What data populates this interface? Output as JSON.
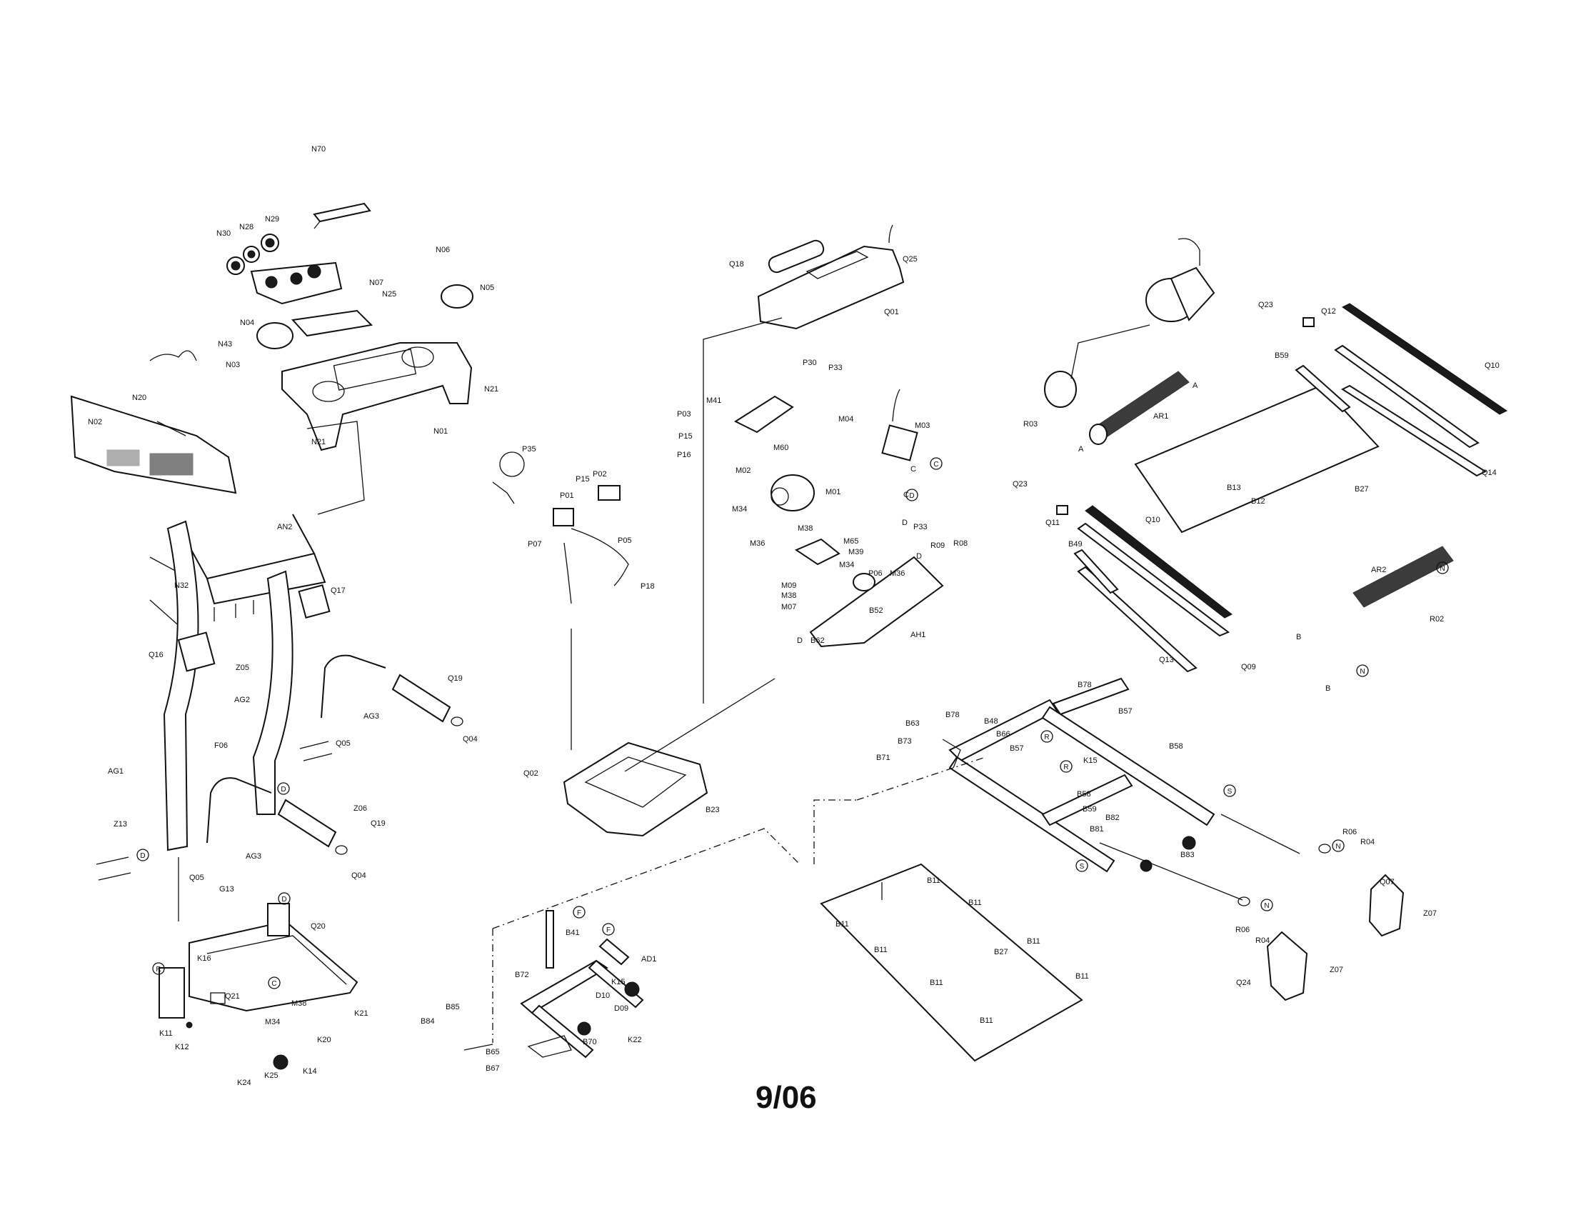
{
  "diagram": {
    "date_code": "9/06",
    "labels": [
      {
        "id": "N70",
        "text": "N70"
      },
      {
        "id": "N29",
        "text": "N29"
      },
      {
        "id": "N28",
        "text": "N28"
      },
      {
        "id": "N30",
        "text": "N30"
      },
      {
        "id": "N07",
        "text": "N07"
      },
      {
        "id": "N25",
        "text": "N25"
      },
      {
        "id": "N06",
        "text": "N06"
      },
      {
        "id": "N05",
        "text": "N05"
      },
      {
        "id": "N04",
        "text": "N04"
      },
      {
        "id": "N43",
        "text": "N43"
      },
      {
        "id": "N03",
        "text": "N03"
      },
      {
        "id": "N21a",
        "text": "N21"
      },
      {
        "id": "N21b",
        "text": "N21"
      },
      {
        "id": "N01",
        "text": "N01"
      },
      {
        "id": "N20",
        "text": "N20"
      },
      {
        "id": "N02",
        "text": "N02"
      },
      {
        "id": "AN2",
        "text": "AN2"
      },
      {
        "id": "N32",
        "text": "N32"
      },
      {
        "id": "Q17",
        "text": "Q17"
      },
      {
        "id": "Q16",
        "text": "Q16"
      },
      {
        "id": "Z05",
        "text": "Z05"
      },
      {
        "id": "AG2",
        "text": "AG2"
      },
      {
        "id": "AG3a",
        "text": "AG3"
      },
      {
        "id": "Q19a",
        "text": "Q19"
      },
      {
        "id": "Q04a",
        "text": "Q04"
      },
      {
        "id": "Q05a",
        "text": "Q05"
      },
      {
        "id": "F06",
        "text": "F06"
      },
      {
        "id": "Z06",
        "text": "Z06"
      },
      {
        "id": "AG1",
        "text": "AG1"
      },
      {
        "id": "Z13",
        "text": "Z13"
      },
      {
        "id": "Q19b",
        "text": "Q19"
      },
      {
        "id": "Q04b",
        "text": "Q04"
      },
      {
        "id": "AG3b",
        "text": "AG3"
      },
      {
        "id": "Q05b",
        "text": "Q05"
      },
      {
        "id": "G13",
        "text": "G13"
      },
      {
        "id": "K16",
        "text": "K16"
      },
      {
        "id": "Q20",
        "text": "Q20"
      },
      {
        "id": "Q21",
        "text": "Q21"
      },
      {
        "id": "M38a",
        "text": "M38"
      },
      {
        "id": "M34a",
        "text": "M34"
      },
      {
        "id": "K21",
        "text": "K21"
      },
      {
        "id": "K20",
        "text": "K20"
      },
      {
        "id": "K11",
        "text": "K11"
      },
      {
        "id": "K12",
        "text": "K12"
      },
      {
        "id": "K24",
        "text": "K24"
      },
      {
        "id": "K25",
        "text": "K25"
      },
      {
        "id": "K14",
        "text": "K14"
      },
      {
        "id": "Q18",
        "text": "Q18"
      },
      {
        "id": "Q25",
        "text": "Q25"
      },
      {
        "id": "Q01",
        "text": "Q01"
      },
      {
        "id": "P30",
        "text": "P30"
      },
      {
        "id": "P33a",
        "text": "P33"
      },
      {
        "id": "M41",
        "text": "M41"
      },
      {
        "id": "M04",
        "text": "M04"
      },
      {
        "id": "P03",
        "text": "P03"
      },
      {
        "id": "P15a",
        "text": "P15"
      },
      {
        "id": "P16",
        "text": "P16"
      },
      {
        "id": "M60",
        "text": "M60"
      },
      {
        "id": "M02",
        "text": "M02"
      },
      {
        "id": "M01",
        "text": "M01"
      },
      {
        "id": "M03",
        "text": "M03"
      },
      {
        "id": "P35",
        "text": "P35"
      },
      {
        "id": "P15b",
        "text": "P15"
      },
      {
        "id": "P02",
        "text": "P02"
      },
      {
        "id": "P01",
        "text": "P01"
      },
      {
        "id": "P07",
        "text": "P07"
      },
      {
        "id": "P05",
        "text": "P05"
      },
      {
        "id": "P18",
        "text": "P18"
      },
      {
        "id": "M34b",
        "text": "M34"
      },
      {
        "id": "M36a",
        "text": "M36"
      },
      {
        "id": "M38b",
        "text": "M38"
      },
      {
        "id": "M65",
        "text": "M65"
      },
      {
        "id": "M39",
        "text": "M39"
      },
      {
        "id": "M34c",
        "text": "M34"
      },
      {
        "id": "P33b",
        "text": "P33"
      },
      {
        "id": "R09",
        "text": "R09"
      },
      {
        "id": "R08",
        "text": "R08"
      },
      {
        "id": "M09",
        "text": "M09"
      },
      {
        "id": "M38c",
        "text": "M38"
      },
      {
        "id": "M07",
        "text": "M07"
      },
      {
        "id": "P06",
        "text": "P06"
      },
      {
        "id": "M36b",
        "text": "M36"
      },
      {
        "id": "B52",
        "text": "B52"
      },
      {
        "id": "B62",
        "text": "B62"
      },
      {
        "id": "AH1",
        "text": "AH1"
      },
      {
        "id": "Q02",
        "text": "Q02"
      },
      {
        "id": "B23",
        "text": "B23"
      },
      {
        "id": "Q23a",
        "text": "Q23"
      },
      {
        "id": "Q12",
        "text": "Q12"
      },
      {
        "id": "Q10a",
        "text": "Q10"
      },
      {
        "id": "B59a",
        "text": "B59"
      },
      {
        "id": "R03",
        "text": "R03"
      },
      {
        "id": "AR1",
        "text": "AR1"
      },
      {
        "id": "Q14",
        "text": "Q14"
      },
      {
        "id": "Q23b",
        "text": "Q23"
      },
      {
        "id": "Q11",
        "text": "Q11"
      },
      {
        "id": "B13",
        "text": "B13"
      },
      {
        "id": "B12",
        "text": "B12"
      },
      {
        "id": "B27a",
        "text": "B27"
      },
      {
        "id": "Q10b",
        "text": "Q10"
      },
      {
        "id": "B49",
        "text": "B49"
      },
      {
        "id": "AR2",
        "text": "AR2"
      },
      {
        "id": "R02",
        "text": "R02"
      },
      {
        "id": "Q13",
        "text": "Q13"
      },
      {
        "id": "Q09",
        "text": "Q09"
      },
      {
        "id": "B78a",
        "text": "B78"
      },
      {
        "id": "B57a",
        "text": "B57"
      },
      {
        "id": "B63",
        "text": "B63"
      },
      {
        "id": "B73",
        "text": "B73"
      },
      {
        "id": "B71",
        "text": "B71"
      },
      {
        "id": "B78b",
        "text": "B78"
      },
      {
        "id": "B48",
        "text": "B48"
      },
      {
        "id": "B66",
        "text": "B66"
      },
      {
        "id": "B57b",
        "text": "B57"
      },
      {
        "id": "B58a",
        "text": "B58"
      },
      {
        "id": "K15a",
        "text": "K15"
      },
      {
        "id": "B58b",
        "text": "B58"
      },
      {
        "id": "B59b",
        "text": "B59"
      },
      {
        "id": "B82",
        "text": "B82"
      },
      {
        "id": "B81",
        "text": "B81"
      },
      {
        "id": "B83",
        "text": "B83"
      },
      {
        "id": "R06a",
        "text": "R06"
      },
      {
        "id": "R04a",
        "text": "R04"
      },
      {
        "id": "Q07",
        "text": "Q07"
      },
      {
        "id": "Z07a",
        "text": "Z07"
      },
      {
        "id": "R06b",
        "text": "R06"
      },
      {
        "id": "R04b",
        "text": "R04"
      },
      {
        "id": "Q24",
        "text": "Q24"
      },
      {
        "id": "Z07b",
        "text": "Z07"
      },
      {
        "id": "B11a",
        "text": "B11"
      },
      {
        "id": "B11b",
        "text": "B11"
      },
      {
        "id": "B11c",
        "text": "B11"
      },
      {
        "id": "B11d",
        "text": "B11"
      },
      {
        "id": "B11e",
        "text": "B11"
      },
      {
        "id": "B11f",
        "text": "B11"
      },
      {
        "id": "B11g",
        "text": "B11"
      },
      {
        "id": "B11h",
        "text": "B11"
      },
      {
        "id": "B27b",
        "text": "B27"
      },
      {
        "id": "B41",
        "text": "B41"
      },
      {
        "id": "AD1",
        "text": "AD1"
      },
      {
        "id": "B72",
        "text": "B72"
      },
      {
        "id": "K15b",
        "text": "K15"
      },
      {
        "id": "D10",
        "text": "D10"
      },
      {
        "id": "D09",
        "text": "D09"
      },
      {
        "id": "K22",
        "text": "K22"
      },
      {
        "id": "B85",
        "text": "B85"
      },
      {
        "id": "B84",
        "text": "B84"
      },
      {
        "id": "B70",
        "text": "B70"
      },
      {
        "id": "B65",
        "text": "B65"
      },
      {
        "id": "B67",
        "text": "B67"
      }
    ],
    "letters": [
      "A",
      "A",
      "B",
      "B",
      "C",
      "C",
      "D",
      "D",
      "D"
    ],
    "circle_markers": [
      "C",
      "D",
      "D",
      "D",
      "R",
      "R",
      "F",
      "S",
      "S",
      "N",
      "N",
      "N",
      "N",
      "C",
      "F",
      "R",
      "D"
    ]
  }
}
